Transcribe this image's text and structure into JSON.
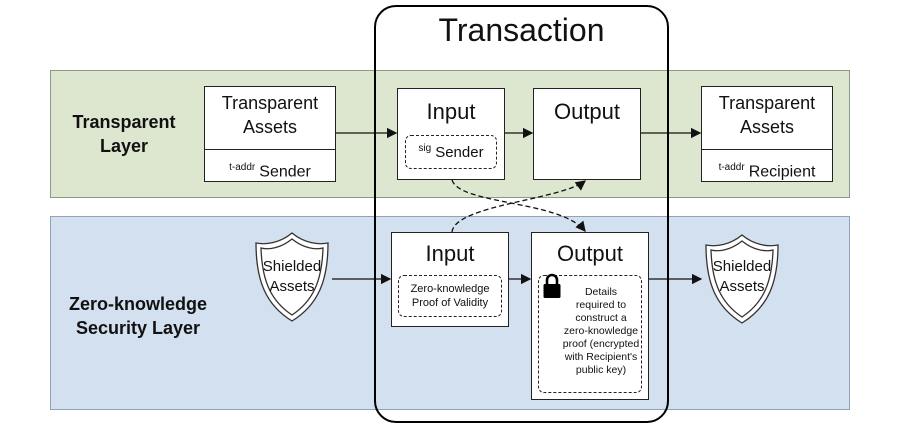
{
  "title": "Transaction",
  "layers": {
    "transparent": {
      "label_line1": "Transparent",
      "label_line2": "Layer"
    },
    "zk": {
      "label_line1": "Zero-knowledge",
      "label_line2": "Security Layer"
    }
  },
  "transparent": {
    "left_box": {
      "title_line1": "Transparent",
      "title_line2": "Assets",
      "prefix": "t-addr",
      "sub": "Sender"
    },
    "input": {
      "title": "Input",
      "sig_prefix": "sig",
      "sig_label": "Sender"
    },
    "output": {
      "title": "Output"
    },
    "right_box": {
      "title_line1": "Transparent",
      "title_line2": "Assets",
      "prefix": "t-addr",
      "sub": "Recipient"
    }
  },
  "zk": {
    "left_shield": {
      "line1": "Shielded",
      "line2": "Assets"
    },
    "input": {
      "title": "Input",
      "proof_line1": "Zero-knowledge",
      "proof_line2": "Proof of Validity"
    },
    "output": {
      "title": "Output",
      "details": [
        "Details",
        "required to",
        "construct a",
        "zero-knowledge",
        "proof (encrypted",
        "with Recipient's",
        "public key)"
      ]
    },
    "right_shield": {
      "line1": "Shielded",
      "line2": "Assets"
    }
  },
  "icons": [
    "shield-icon",
    "lock-icon",
    "arrow-icon"
  ],
  "colors": {
    "transparent_layer": "#dde7cf",
    "zk_layer": "#d3e0ef",
    "border": "#222222"
  }
}
